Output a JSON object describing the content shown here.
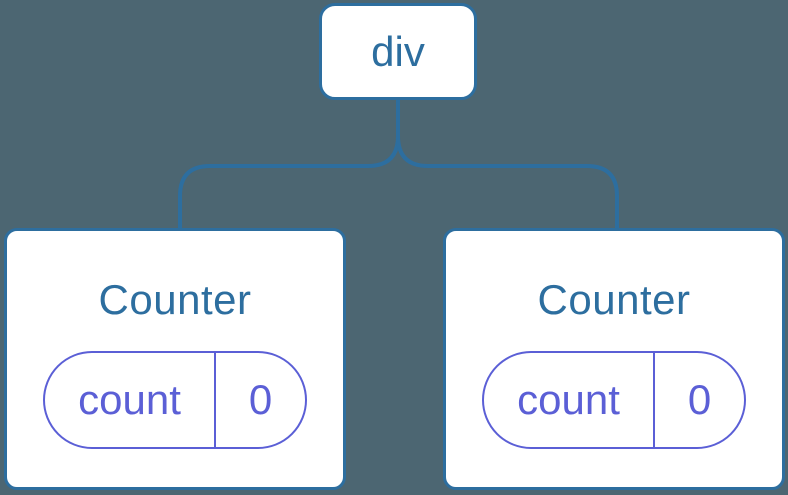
{
  "colors": {
    "bg": "#4C6672",
    "blue": "#2D6E9F",
    "purple": "#5B5FD6",
    "node-bg": "#FFFFFF"
  },
  "diagram": {
    "type": "component-tree",
    "root": {
      "label": "div"
    },
    "children": [
      {
        "title": "Counter",
        "state": {
          "key": "count",
          "value": "0"
        }
      },
      {
        "title": "Counter",
        "state": {
          "key": "count",
          "value": "0"
        }
      }
    ]
  }
}
